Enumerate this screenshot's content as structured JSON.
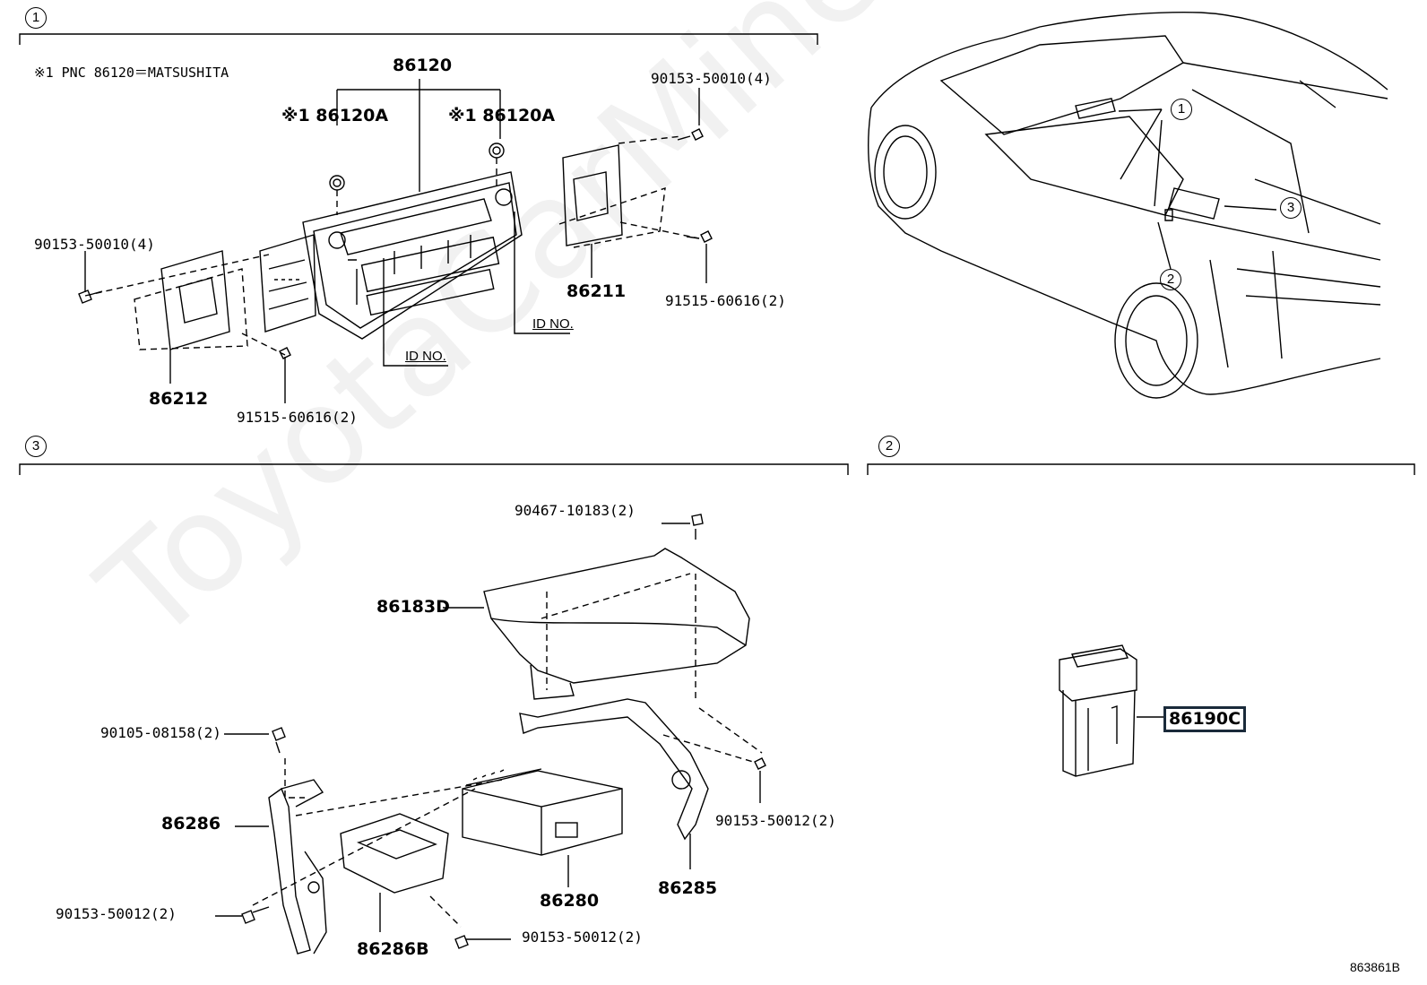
{
  "sections": [
    {
      "id": "1"
    },
    {
      "id": "3"
    },
    {
      "id": "2"
    }
  ],
  "callouts": [
    "1",
    "2",
    "3"
  ],
  "note": "※1 PNC 86120＝MATSUSHITA",
  "labels": {
    "p86120": "86120",
    "p86120a_left": "※1 86120A",
    "p86120a_right": "※1 86120A",
    "p90153_50010_right": "90153-50010(4)",
    "p90153_50010_left": "90153-50010(4)",
    "p86211": "86211",
    "p91515_right": "91515-60616(2)",
    "p86212": "86212",
    "p91515_left": "91515-60616(2)",
    "id_no_1": "ID NO.",
    "id_no_2": "ID NO.",
    "p90467": "90467-10183(2)",
    "p86183d": "86183D",
    "p90105": "90105-08158(2)",
    "p86286": "86286",
    "p90153_50012_right": "90153-50012(2)",
    "p90153_50012_left": "90153-50012(2)",
    "p90153_50012_bottom": "90153-50012(2)",
    "p86286b": "86286B",
    "p86280": "86280",
    "p86285": "86285",
    "p86190c": "86190C"
  },
  "watermark": "ToyotaCarMine.ru",
  "diagram_code": "863861B",
  "colors": {
    "line": "#000000",
    "highlight_border": "#1a2a3a"
  }
}
